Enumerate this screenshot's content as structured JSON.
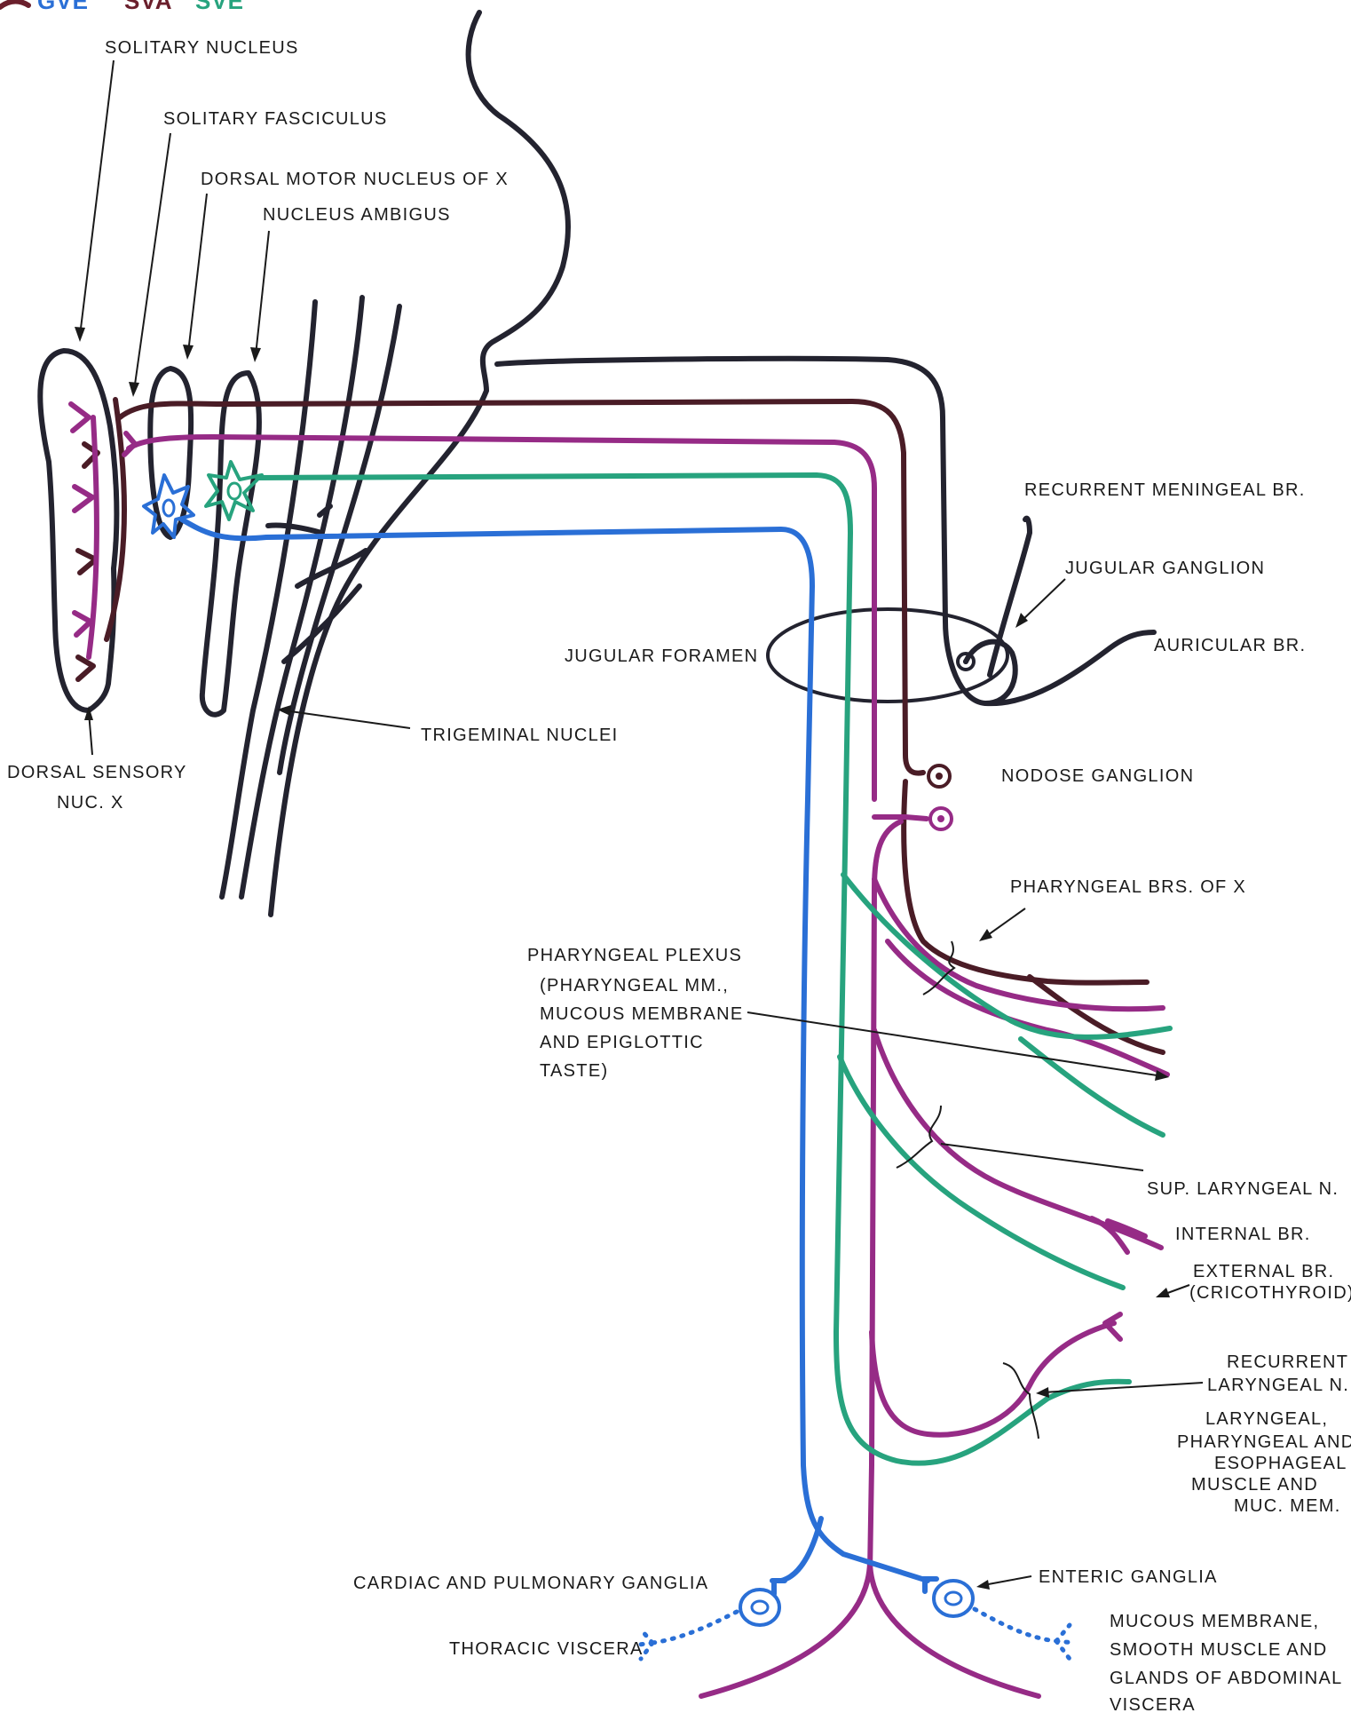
{
  "legend": {
    "gve": "GVE",
    "svf": "SVA",
    "sve": "SVE",
    "colors": {
      "gve": "#2a6fd6",
      "svf": "#6a1f2c",
      "sve": "#27a37e",
      "gva": "#962b86"
    }
  },
  "colors": {
    "outline": "#23232f",
    "blue": "#2a6fd6",
    "green": "#27a37e",
    "purple": "#962b86",
    "maroon": "#4a1c26"
  },
  "labels": {
    "solitary_nucleus": "SOLITARY NUCLEUS",
    "solitary_fasciculus": "SOLITARY FASCICULUS",
    "dorsal_motor_nucleus": "DORSAL MOTOR NUCLEUS OF X",
    "nucleus_ambigus": "NUCLEUS   AMBIGUS",
    "recurrent_meningeal": "RECURRENT MENINGEAL BR.",
    "jugular_ganglion": "JUGULAR GANGLION",
    "auricular_br": "AURICULAR BR.",
    "jugular_foramen": "JUGULAR FORAMEN",
    "trigeminal_nuclei": "TRIGEMINAL NUCLEI",
    "dorsal_sensory_1": "DORSAL SENSORY",
    "dorsal_sensory_2": "NUC. X",
    "nodose_ganglion": "NODOSE GANGLION",
    "pharyngeal_brs": "PHARYNGEAL BRS. OF X",
    "pharyngeal_plexus_1": "PHARYNGEAL PLEXUS",
    "pharyngeal_plexus_2": "(PHARYNGEAL MM.,",
    "pharyngeal_plexus_3": "MUCOUS MEMBRANE",
    "pharyngeal_plexus_4": "AND EPIGLOTTIC",
    "pharyngeal_plexus_5": "TASTE)",
    "sup_laryngeal": "SUP. LARYNGEAL N.",
    "internal_br": "INTERNAL BR.",
    "external_br_1": "EXTERNAL BR.",
    "external_br_2": "(CRICOTHYROID)",
    "recurrent_laryngeal_1": "RECURRENT",
    "recurrent_laryngeal_2": "LARYNGEAL N.",
    "laryngeal_1": "LARYNGEAL,",
    "laryngeal_2": "PHARYNGEAL AND",
    "laryngeal_3": "ESOPHAGEAL",
    "laryngeal_4": "MUSCLE   AND",
    "laryngeal_5": "MUC. MEM.",
    "cardiac_pulmonary": "CARDIAC AND PULMONARY GANGLIA",
    "thoracic_viscera": "THORACIC VISCERA",
    "enteric_ganglia": "ENTERIC GANGLIA",
    "mucous_1": "MUCOUS MEMBRANE,",
    "mucous_2": "SMOOTH MUSCLE   AND",
    "mucous_3": "GLANDS OF ABDOMINAL",
    "mucous_4": "VISCERA"
  }
}
